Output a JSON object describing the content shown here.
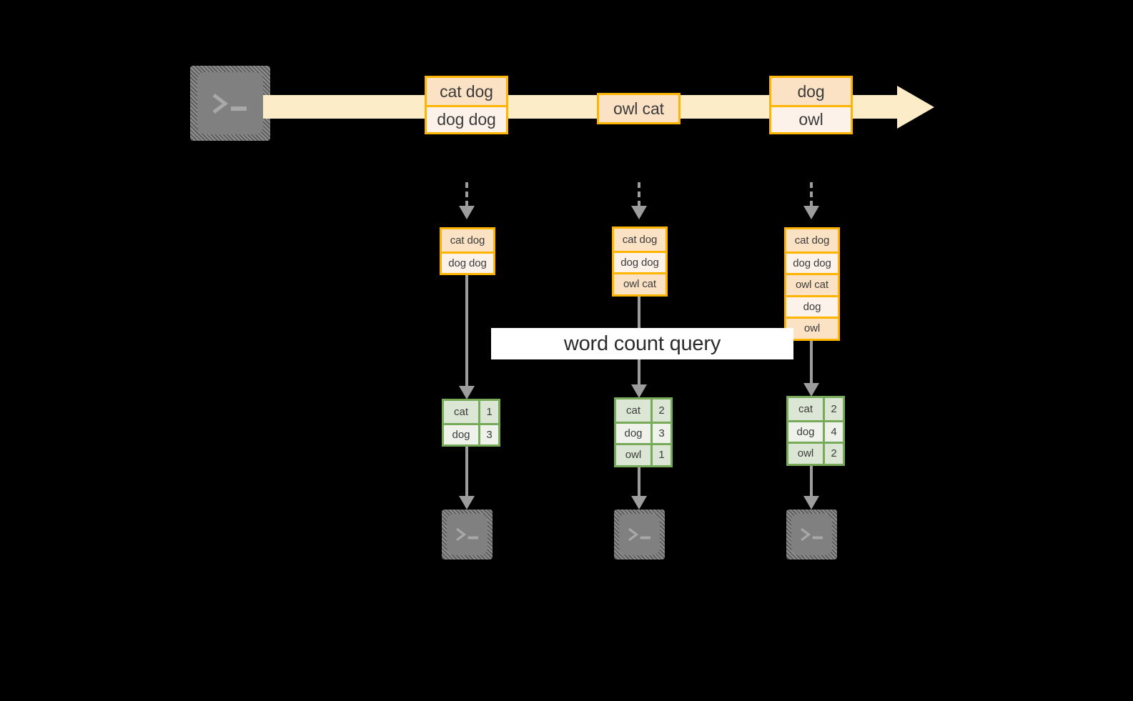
{
  "diagram": {
    "title": "word count query",
    "colors": {
      "background": "#000000",
      "stream_arrow": "#fdecc8",
      "message_border": "#ffb400",
      "message_fill_dark": "#fce2c4",
      "message_fill_light": "#fdf2e9",
      "table_border": "#77ab59",
      "table_fill_dark": "#dce6d5",
      "table_fill_light": "#eef2ea",
      "connector": "#9d9d9d",
      "terminal_fill": "#808080",
      "banner_fill": "#ffffff",
      "text": "#3b3b3b"
    },
    "source": {
      "icon": "terminal-icon",
      "glyph": ">_"
    },
    "stream": {
      "icon": "arrow-right-icon",
      "messages": [
        {
          "lines": [
            "cat dog",
            "dog dog"
          ]
        },
        {
          "lines": [
            "owl cat"
          ]
        },
        {
          "lines": [
            "dog",
            "owl"
          ]
        }
      ]
    },
    "snapshots": [
      {
        "input": {
          "lines": [
            "cat dog",
            "dog dog"
          ]
        },
        "result": {
          "rows": [
            {
              "word": "cat",
              "count": "1"
            },
            {
              "word": "dog",
              "count": "3"
            }
          ]
        },
        "sink": {
          "icon": "terminal-icon",
          "glyph": ">_"
        }
      },
      {
        "input": {
          "lines": [
            "cat dog",
            "dog dog",
            "owl cat"
          ]
        },
        "result": {
          "rows": [
            {
              "word": "cat",
              "count": "2"
            },
            {
              "word": "dog",
              "count": "3"
            },
            {
              "word": "owl",
              "count": "1"
            }
          ]
        },
        "sink": {
          "icon": "terminal-icon",
          "glyph": ">_"
        }
      },
      {
        "input": {
          "lines": [
            "cat dog",
            "dog dog",
            "owl cat",
            "dog",
            "owl"
          ]
        },
        "result": {
          "rows": [
            {
              "word": "cat",
              "count": "2"
            },
            {
              "word": "dog",
              "count": "4"
            },
            {
              "word": "owl",
              "count": "2"
            }
          ]
        },
        "sink": {
          "icon": "terminal-icon",
          "glyph": ">_"
        }
      }
    ]
  }
}
